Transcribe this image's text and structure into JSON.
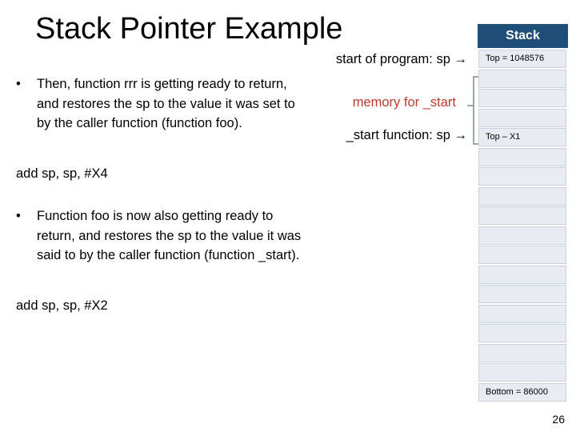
{
  "slide": {
    "title": "Stack Pointer Example",
    "bullet_symbol": "•",
    "bullets": [
      "Then, function rrr is getting ready to return, and restores the sp to the value it was set to by the caller function (function foo).",
      "Function foo is now also getting ready to return, and restores the sp to the value it was said to by the caller function (function _start)."
    ],
    "code": [
      "add sp, sp, #X4",
      "add sp, sp, #X2"
    ],
    "labels": {
      "start_of_program": "start of program: sp",
      "memory_for_start": "memory for _start",
      "start_function": "_start function:  sp"
    },
    "arrow": "→",
    "page_number": "26"
  },
  "stack": {
    "header": "Stack",
    "cells": [
      "Top = 1048576",
      "",
      "",
      "",
      "Top – X1",
      "",
      "",
      "",
      "",
      "",
      "",
      "",
      "",
      "",
      "",
      "",
      "",
      "Bottom = 86000"
    ],
    "colors": {
      "header_bg": "#1f4e79",
      "cell_bg": "#e8ecf2",
      "accent_red": "#c0392b"
    }
  }
}
